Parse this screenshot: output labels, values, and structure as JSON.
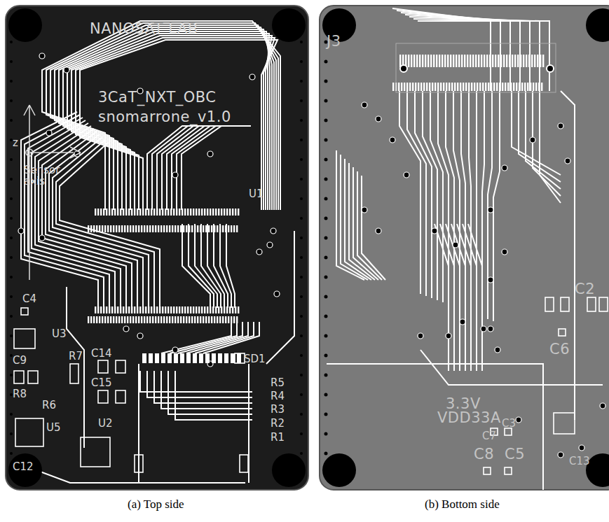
{
  "diagram": {
    "labels": [
      "NANOSAT LAB",
      "3CaT_NXT_OBC",
      "snomarrone_v1.0",
      "z",
      "Sensor axis",
      "U1",
      "C4",
      "U3",
      "C9",
      "R7",
      "C14",
      "C15",
      "SD1",
      "R5",
      "R4",
      "R3",
      "R2",
      "R1",
      "R8",
      "R6",
      "U5",
      "U2",
      "C12",
      "J3",
      "C2",
      "C6",
      "3.3V",
      "VDD33A",
      "C3",
      "C7",
      "C8",
      "C5",
      "C13",
      "(a) Top side",
      "(b) Bottom side"
    ]
  }
}
